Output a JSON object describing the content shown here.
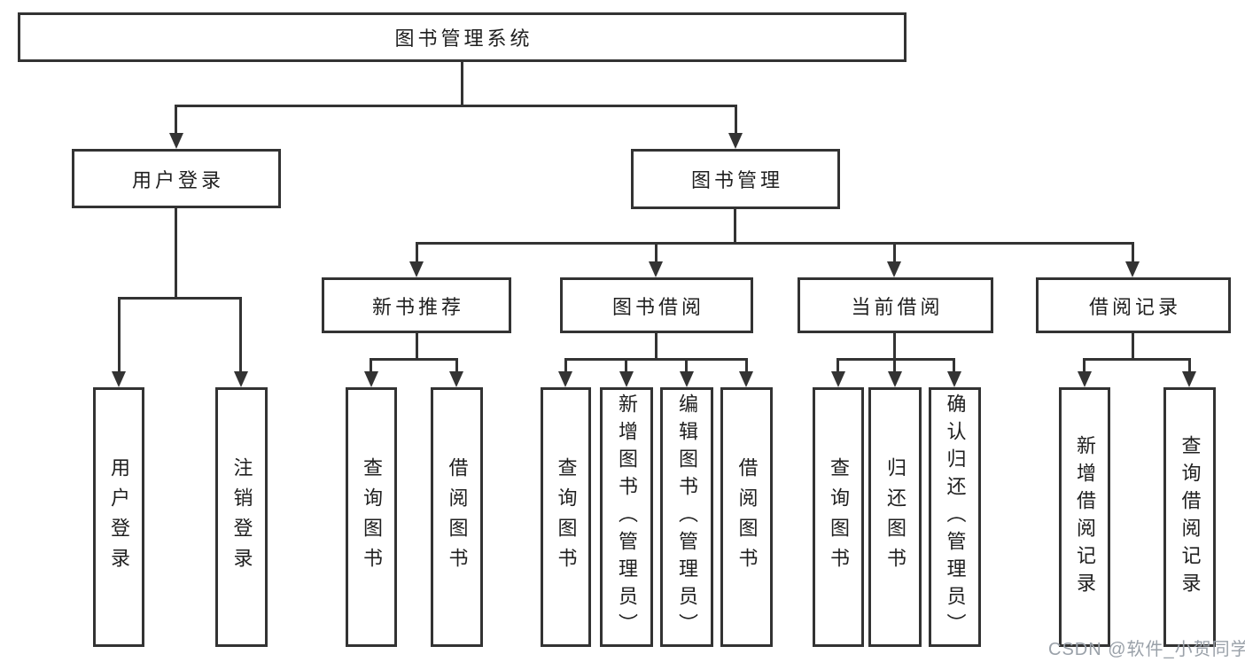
{
  "diagram": {
    "root": {
      "label": "图书管理系统"
    },
    "level2": [
      {
        "label": "用户登录"
      },
      {
        "label": "图书管理"
      }
    ],
    "level3": [
      {
        "label": "新书推荐",
        "parent": "图书管理"
      },
      {
        "label": "图书借阅",
        "parent": "图书管理"
      },
      {
        "label": "当前借阅",
        "parent": "图书管理"
      },
      {
        "label": "借阅记录",
        "parent": "图书管理"
      }
    ],
    "leaves": [
      {
        "label": "用户登录",
        "parent": "用户登录"
      },
      {
        "label": "注销登录",
        "parent": "用户登录"
      },
      {
        "label": "查询图书",
        "parent": "新书推荐"
      },
      {
        "label": "借阅图书",
        "parent": "新书推荐"
      },
      {
        "label": "查询图书",
        "parent": "图书借阅"
      },
      {
        "label": "新增图书（管理员）",
        "parent": "图书借阅"
      },
      {
        "label": "编辑图书（管理员）",
        "parent": "图书借阅"
      },
      {
        "label": "借阅图书",
        "parent": "图书借阅"
      },
      {
        "label": "查询图书",
        "parent": "当前借阅"
      },
      {
        "label": "归还图书",
        "parent": "当前借阅"
      },
      {
        "label": "确认归还（管理员）",
        "parent": "当前借阅"
      },
      {
        "label": "新增借阅记录",
        "parent": "借阅记录"
      },
      {
        "label": "查询借阅记录",
        "parent": "借阅记录"
      }
    ],
    "watermark": "CSDN @软件_小贺同学",
    "colors": {
      "line": "#333333",
      "background": "#ffffff",
      "watermark": "#9aa1a9"
    }
  }
}
